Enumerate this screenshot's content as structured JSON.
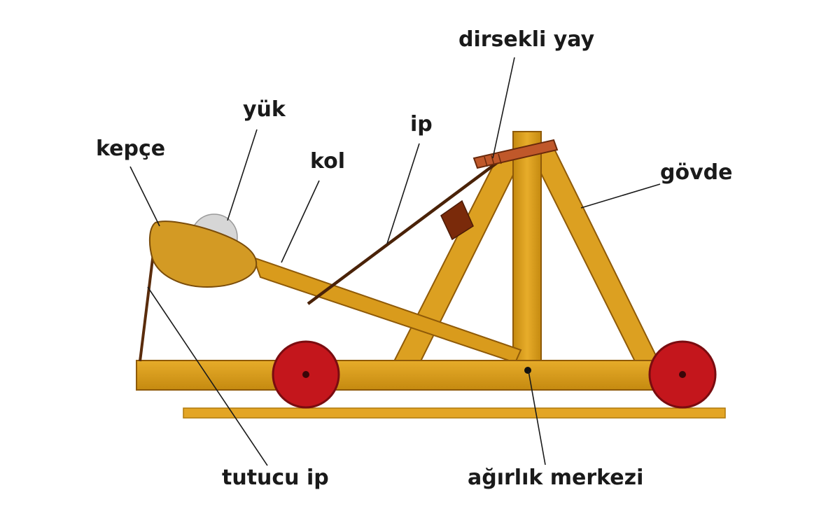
{
  "labels": {
    "dirsekli_yay": "dirsekli yay",
    "yuk": "yük",
    "ip": "ip",
    "kepce": "kepçe",
    "kol": "kol",
    "govde": "gövde",
    "tutucu_ip": "tutucu ip",
    "agirlik_merkezi": "ağırlık merkezi"
  },
  "colors": {
    "wood_light": "#e0a21e",
    "wood_mid": "#c98f14",
    "wood_dark": "#8f5a08",
    "wheel": "#c4161c",
    "wheel_dark": "#7a0c10",
    "rope": "#5a2c0c",
    "ball": "#d4d4d4",
    "leader": "#1a1a1a"
  }
}
